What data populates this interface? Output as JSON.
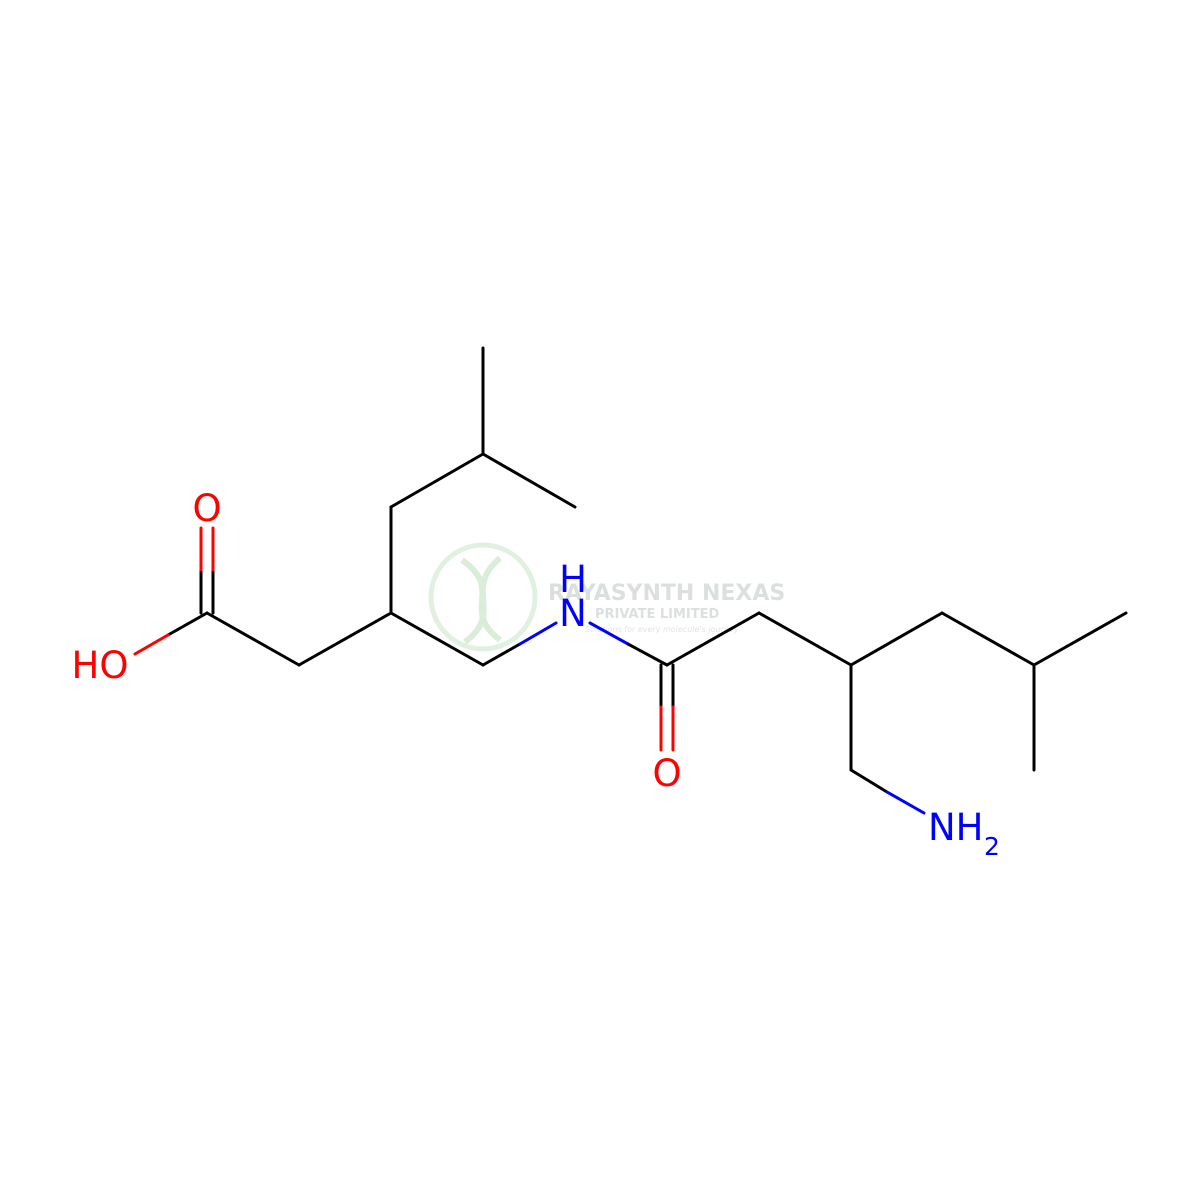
{
  "molecule": {
    "colors": {
      "bond": "#000000",
      "oxygen": "#ff0000",
      "nitrogen": "#0000ff"
    },
    "atoms": {
      "carbonyl_oxygen_top": "O",
      "hydroxyl": "HO",
      "amide_nitrogen": "N",
      "amide_hydrogen": "H",
      "amide_oxygen": "O",
      "amine_nitrogen": "NH",
      "amine_subscript": "2"
    }
  },
  "watermark": {
    "company": "RAYASYNTH NEXAS",
    "line2": "PRIVATE LIMITED",
    "tagline": "Solutions for every molecule's journey",
    "colors": {
      "text": "#d6dbd8",
      "logo_green": "#dcefdc"
    }
  }
}
